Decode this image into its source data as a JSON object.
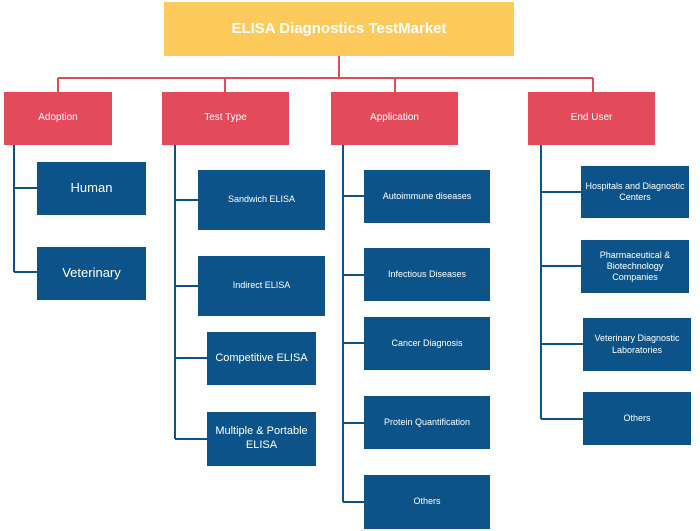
{
  "title": "ELISA Diagnostics TestMarket",
  "colors": {
    "root": "#fdca5b",
    "category": "#e34b5a",
    "leaf": "#0b5389",
    "connector": "#e34b5a",
    "branch": "#0b5389"
  },
  "categories": [
    {
      "label": "Adoption",
      "items": [
        "Human",
        "Veterinary"
      ]
    },
    {
      "label": "Test Type",
      "items": [
        "Sandwich ELISA",
        "Indirect ELISA",
        "Competitive ELISA",
        "Multiple & Portable ELISA"
      ]
    },
    {
      "label": "Application",
      "items": [
        "Autoimmune diseases",
        "Infectious Diseases",
        "Cancer Diagnosis",
        "Protein Quantification",
        "Others"
      ]
    },
    {
      "label": "End User",
      "items": [
        "Hospitals and Diagnostic Centers",
        "Pharmaceutical & Biotechnology Companies",
        "Veterinary Diagnostic Laboratories",
        "Others"
      ]
    }
  ]
}
